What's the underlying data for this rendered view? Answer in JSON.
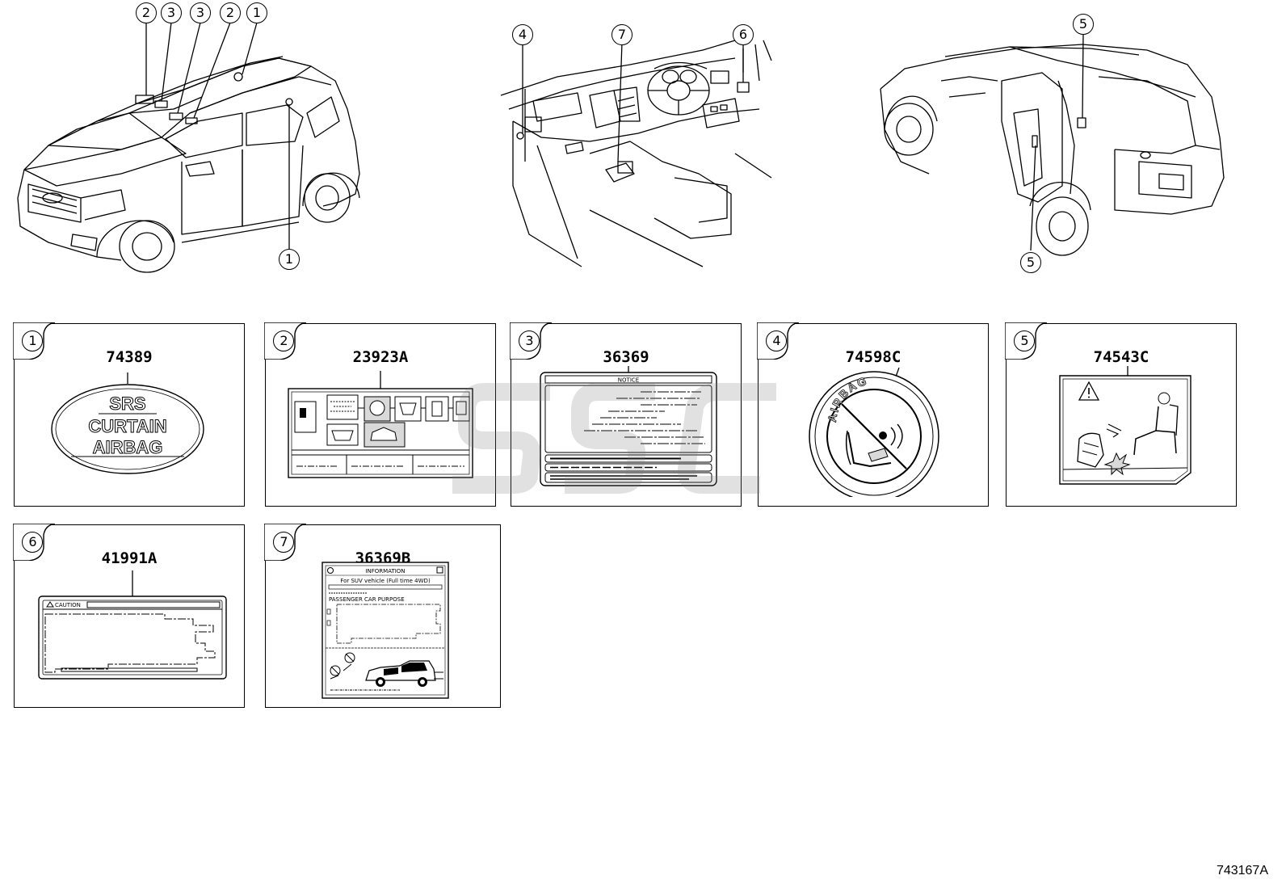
{
  "views": {
    "exterior_front_callouts": [
      "2",
      "3",
      "3",
      "2",
      "1",
      "1"
    ],
    "interior_callouts": [
      "4",
      "7",
      "6"
    ],
    "exterior_rear_callouts": [
      "5",
      "5"
    ]
  },
  "panels": [
    {
      "index": "1",
      "part_number": "74389",
      "label_lines": [
        "SRS",
        "CURTAIN",
        "AIRBAG"
      ]
    },
    {
      "index": "2",
      "part_number": "23923A"
    },
    {
      "index": "3",
      "part_number": "36369",
      "header_text": "NOTICE"
    },
    {
      "index": "4",
      "part_number": "74598C",
      "ring_text": "AIRBAG"
    },
    {
      "index": "5",
      "part_number": "74543C"
    },
    {
      "index": "6",
      "part_number": "41991A",
      "header_text": "CAUTION"
    },
    {
      "index": "7",
      "part_number": "36369B",
      "header_text": "INFORMATION",
      "subtitle": "For SUV vehicle (Full time 4WD)",
      "section_text": "PASSENGER CAR PURPOSE"
    }
  ],
  "drawing_number": "743167A",
  "colors": {
    "line": "#000000",
    "watermark": "#7a7a7a",
    "shade": "#d9d9d9"
  }
}
